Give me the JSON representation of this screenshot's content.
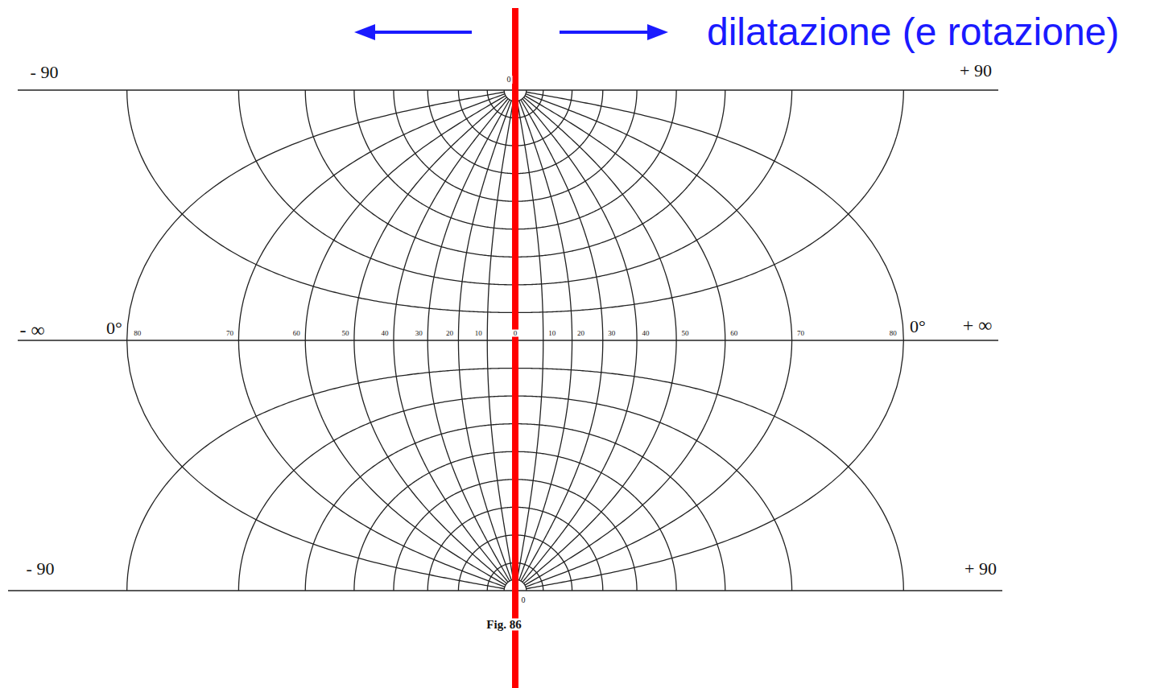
{
  "diagram": {
    "caption": "Fig. 86",
    "labels": [
      "dilatazione (e rotazione)",
      "- 90",
      "+ 90",
      "0",
      "- ∞",
      "0°",
      "80",
      "70",
      "60",
      "50",
      "40",
      "30",
      "20",
      "10",
      "0",
      "10",
      "20",
      "30",
      "40",
      "50",
      "60",
      "70",
      "80",
      "0°",
      "+ ∞",
      "- 90",
      "+ 90",
      "0"
    ]
  }
}
